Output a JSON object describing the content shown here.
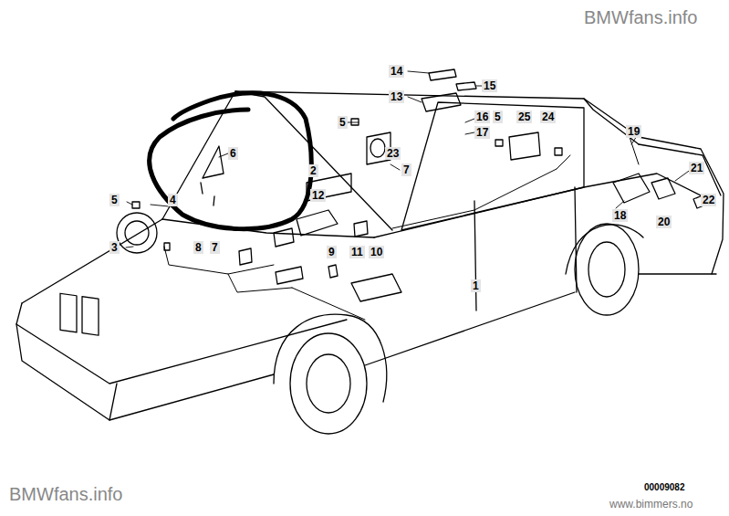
{
  "diagram": {
    "labels": [
      "BMWfans.info",
      "14",
      "15",
      "13",
      "16",
      "5",
      "25",
      "24",
      "17",
      "5",
      "19",
      "6",
      "23",
      "7",
      "2",
      "21",
      "12",
      "5",
      "4",
      "22",
      "18",
      "20",
      "3",
      "8",
      "7",
      "9",
      "11",
      "10",
      "1",
      "BMWfans.info",
      "00009082",
      "www.bimmers.no"
    ]
  }
}
